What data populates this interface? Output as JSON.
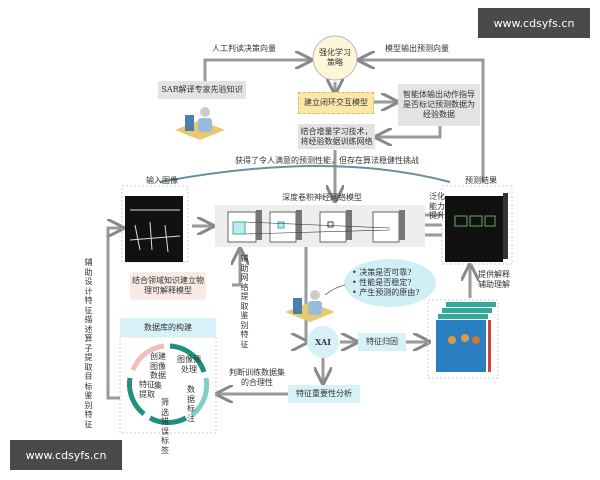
{
  "watermark": "www.cdsyfs.cn",
  "top": {
    "rl_strategy": "强化学习策略",
    "human_vector": "人工判读决策向量",
    "model_vector": "模型输出预测向量",
    "sar_expert": "SAR解译专家先验知识",
    "closed_loop": "建立闭环交互模型",
    "agent_output": "智能体输出动作指导是否标记预测数据为经验数据",
    "incremental": "结合增量学习技术，将经验数据训练网络",
    "performance": "获得了令人满意的预测性能，但存在算法稳健性挑战"
  },
  "middle": {
    "input_image": "输入图像",
    "prediction": "预测结果",
    "cnn_title": "深度卷积神经网络模型",
    "generalization": "泛化能力提升",
    "assist_network": "辅助网络提取鉴别特征",
    "domain_knowledge": "结合领域知识建立物理可解释模型",
    "left_vertical": "辅助设计特征描述算子提取目标鉴别特征"
  },
  "xai": {
    "questions": [
      "• 决策是否可靠?",
      "• 性能是否稳定?",
      "• 产生预测的原由?"
    ],
    "xai_label": "XAI",
    "attribution": "特征归因",
    "explain": "提供解释辅助理解",
    "importance": "特征重要性分析",
    "judge": "判断训练数据集的合理性"
  },
  "database": {
    "title": "数据库的构建",
    "steps": [
      "创建图像数据集",
      "图像预处理",
      "数据标注",
      "筛选错误标签",
      "特征提取"
    ]
  },
  "colors": {
    "teal": "#1f8f7f",
    "light_teal": "#7fd0c8",
    "pink": "#f0c0b8",
    "light_blue": "#d6f1f7",
    "yellow": "#fbe7a8"
  }
}
